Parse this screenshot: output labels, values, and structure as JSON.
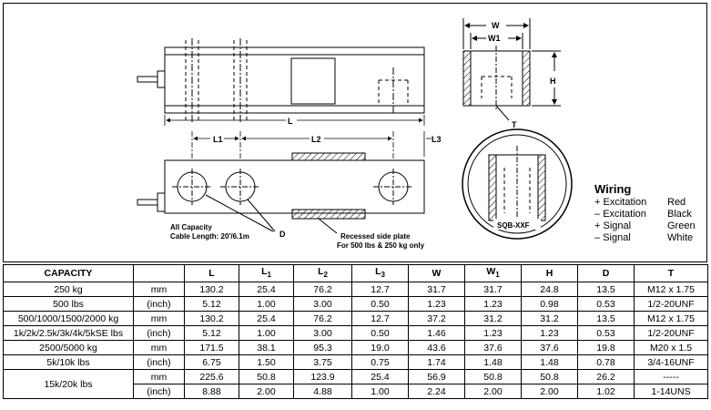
{
  "dimension_labels": {
    "L": "L",
    "L1": "L1",
    "L2": "L2",
    "L3": "L3",
    "W": "W",
    "W1": "W1",
    "H": "H",
    "T": "T",
    "D": "D"
  },
  "notes": {
    "all_capacity": "All Capacity",
    "cable_length": "Cable Length: 20'/6.1m",
    "recessed_line1": "Recessed side plate",
    "recessed_line2": "For 500 lbs & 250 kg only",
    "model": "SQB-XXF"
  },
  "wiring": {
    "title": "Wiring",
    "rows": [
      {
        "sign": "+",
        "signal": "Excitation",
        "color": "Red"
      },
      {
        "sign": "–",
        "signal": "Excitation",
        "color": "Black"
      },
      {
        "sign": "+",
        "signal": "Signal",
        "color": "Green"
      },
      {
        "sign": "–",
        "signal": "Signal",
        "color": "White"
      }
    ]
  },
  "table": {
    "headers": {
      "capacity": "CAPACITY",
      "L": "L",
      "L1": "L",
      "L1_sub": "1",
      "L2": "L",
      "L2_sub": "2",
      "L3": "L",
      "L3_sub": "3",
      "W": "W",
      "W1": "W",
      "W1_sub": "1",
      "H": "H",
      "D": "D",
      "T": "T"
    },
    "rows": [
      {
        "capacity": "250 kg",
        "unit": "mm",
        "L": "130.2",
        "L1": "25.4",
        "L2": "76.2",
        "L3": "12.7",
        "W": "31.7",
        "W1": "31.7",
        "H": "24.8",
        "D": "13.5",
        "T": "M12 x 1.75"
      },
      {
        "capacity": "500 lbs",
        "unit": "(inch)",
        "L": "5.12",
        "L1": "1.00",
        "L2": "3.00",
        "L3": "0.50",
        "W": "1.23",
        "W1": "1.23",
        "H": "0.98",
        "D": "0.53",
        "T": "1/2-20UNF"
      },
      {
        "capacity": "500/1000/1500/2000 kg",
        "unit": "mm",
        "L": "130.2",
        "L1": "25.4",
        "L2": "76.2",
        "L3": "12.7",
        "W": "37.2",
        "W1": "31.2",
        "H": "31.2",
        "D": "13.5",
        "T": "M12 x 1.75"
      },
      {
        "capacity": "1k/2k/2.5k/3k/4k/5kSE lbs",
        "unit": "(inch)",
        "L": "5.12",
        "L1": "1.00",
        "L2": "3.00",
        "L3": "0.50",
        "W": "1.46",
        "W1": "1.23",
        "H": "1.23",
        "D": "0.53",
        "T": "1/2-20UNF"
      },
      {
        "capacity": "2500/5000 kg",
        "unit": "mm",
        "L": "171.5",
        "L1": "38.1",
        "L2": "95.3",
        "L3": "19.0",
        "W": "43.6",
        "W1": "37.6",
        "H": "37.6",
        "D": "19.8",
        "T": "M20 x 1.5"
      },
      {
        "capacity": "5k/10k lbs",
        "unit": "(inch)",
        "L": "6.75",
        "L1": "1.50",
        "L2": "3.75",
        "L3": "0.75",
        "W": "1.74",
        "W1": "1.48",
        "H": "1.48",
        "D": "0.78",
        "T": "3/4-16UNF"
      },
      {
        "capacity": "15k/20k lbs",
        "unit": "mm",
        "L": "225.6",
        "L1": "50.8",
        "L2": "123.9",
        "L3": "25.4",
        "W": "56.9",
        "W1": "50.8",
        "H": "50.8",
        "D": "26.2",
        "T": "-----"
      },
      {
        "capacity": "",
        "unit": "(inch)",
        "L": "8.88",
        "L1": "2.00",
        "L2": "4.88",
        "L3": "1.00",
        "W": "2.24",
        "W1": "2.00",
        "H": "2.00",
        "D": "1.02",
        "T": "1-14UNS"
      }
    ]
  }
}
